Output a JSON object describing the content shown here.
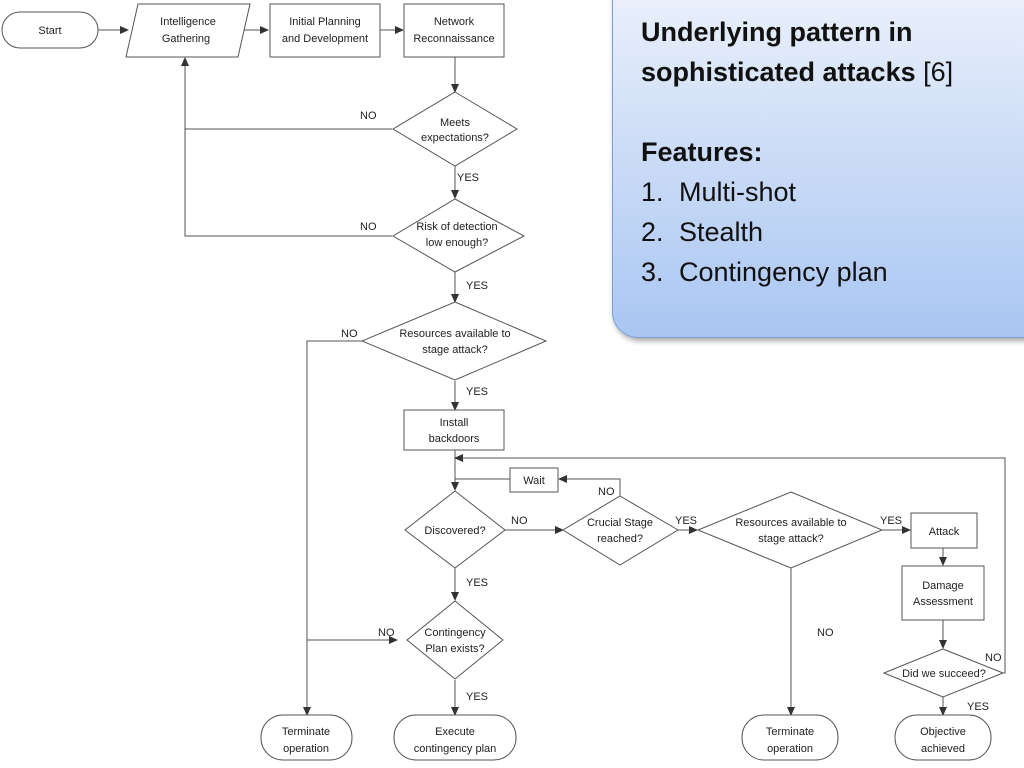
{
  "callout": {
    "title_bold": "Underlying pattern in sophisticated attacks",
    "title_ref": "[6]",
    "features_heading": "Features:",
    "features": [
      {
        "num": "1.",
        "text": "Multi-shot"
      },
      {
        "num": "2.",
        "text": "Stealth"
      },
      {
        "num": "3.",
        "text": "Contingency plan"
      }
    ]
  },
  "flowchart": {
    "start": "Start",
    "intel_1": "Intelligence",
    "intel_2": "Gathering",
    "planning_1": "Initial Planning",
    "planning_2": "and Development",
    "recon_1": "Network",
    "recon_2": "Reconnaissance",
    "meets_1": "Meets",
    "meets_2": "expectations?",
    "risk_1": "Risk of detection",
    "risk_2": "low enough?",
    "resources_1": "Resources available to",
    "resources_2": "stage attack?",
    "install_1": "Install",
    "install_2": "backdoors",
    "wait": "Wait",
    "discovered": "Discovered?",
    "crucial_1": "Crucial Stage",
    "crucial_2": "reached?",
    "resources2_1": "Resources available to",
    "resources2_2": "stage attack?",
    "attack": "Attack",
    "damage_1": "Damage",
    "damage_2": "Assessment",
    "succeed": "Did we succeed?",
    "contingency_1": "Contingency",
    "contingency_2": "Plan exists?",
    "terminate1_1": "Terminate",
    "terminate1_2": "operation",
    "execute_1": "Execute",
    "execute_2": "contingency plan",
    "terminate2_1": "Terminate",
    "terminate2_2": "operation",
    "objective_1": "Objective",
    "objective_2": "achieved",
    "labels": {
      "yes": "YES",
      "no": "NO"
    }
  }
}
